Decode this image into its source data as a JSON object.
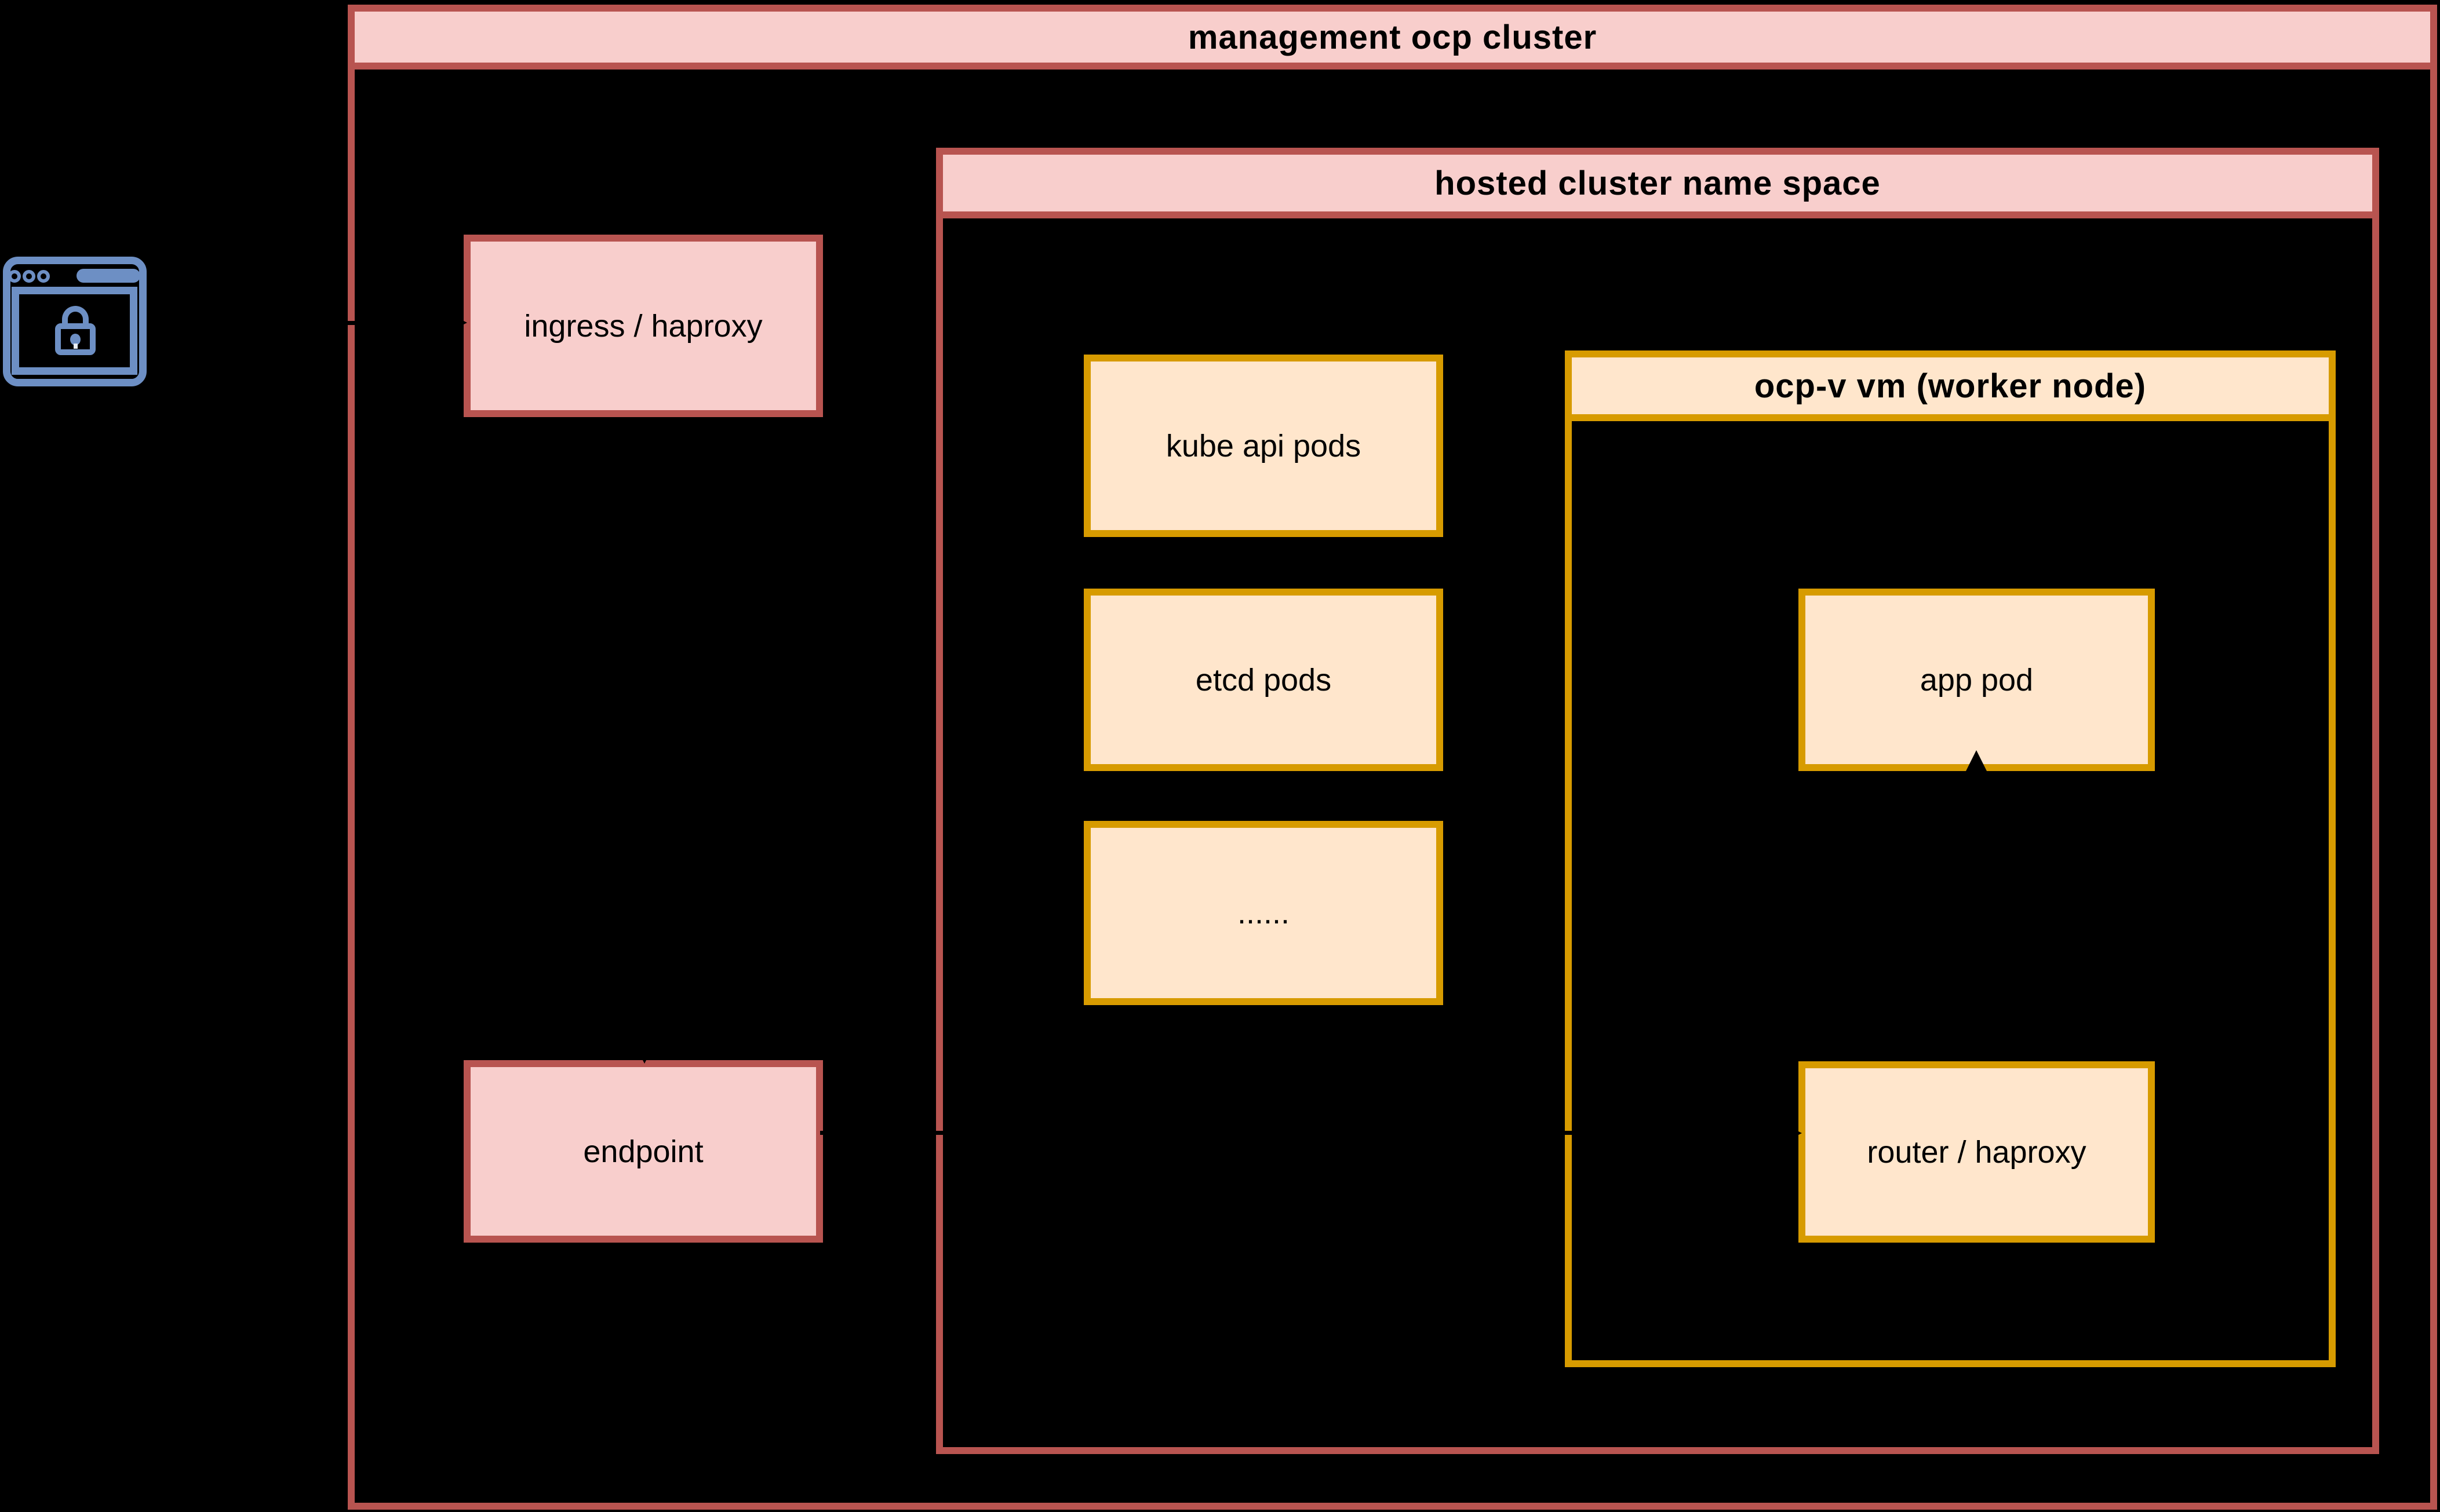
{
  "diagram": {
    "background_color": "#000000",
    "colors": {
      "pink_fill": "#f8cecc",
      "red_stroke": "#b85450",
      "cream_fill": "#ffe6cc",
      "orange_stroke": "#d79b00",
      "icon_blue": "#6d8fc4",
      "connector": "#000000"
    },
    "containers": {
      "management": {
        "label": "management ocp cluster"
      },
      "hosted": {
        "label": "hosted cluster name space"
      },
      "ocpv": {
        "label": "ocp-v vm (worker node)"
      }
    },
    "nodes": {
      "ingress": {
        "label": "ingress / haproxy"
      },
      "endpoint": {
        "label": "endpoint"
      },
      "kube_api": {
        "label": "kube api pods"
      },
      "etcd": {
        "label": "etcd pods"
      },
      "dots": {
        "label": "......"
      },
      "app_pod": {
        "label": "app pod"
      },
      "router": {
        "label": "router / haproxy"
      }
    },
    "icons": {
      "browser_lock": "secure-browser-icon"
    },
    "edges": [
      {
        "from": "browser_lock_icon",
        "to": "ingress",
        "arrow": "right"
      },
      {
        "from": "ingress",
        "to": "endpoint",
        "arrow": "down"
      },
      {
        "from": "endpoint",
        "to": "router",
        "arrow": "right"
      },
      {
        "from": "router",
        "to": "app_pod",
        "arrow": "up"
      }
    ]
  }
}
